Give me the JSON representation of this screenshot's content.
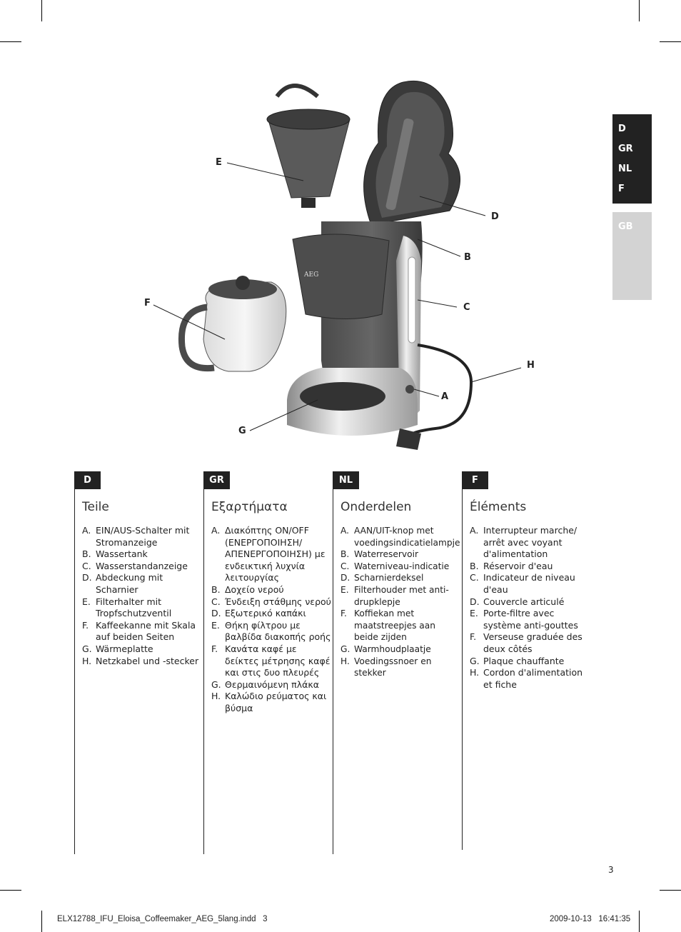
{
  "lang_tabs": [
    "D",
    "GR",
    "NL",
    "F",
    "GB"
  ],
  "callouts": {
    "E": "E",
    "D": "D",
    "B": "B",
    "C": "C",
    "F": "F",
    "H": "H",
    "A": "A",
    "G": "G"
  },
  "brand_logo": "AEG",
  "columns": [
    {
      "code": "D",
      "title": "Teile",
      "items": [
        {
          "letter": "A.",
          "text": "EIN/AUS-Schalter mit Stromanzeige"
        },
        {
          "letter": "B.",
          "text": "Wassertank"
        },
        {
          "letter": "C.",
          "text": "Wasserstandanzeige"
        },
        {
          "letter": "D.",
          "text": "Abdeckung mit Scharnier"
        },
        {
          "letter": "E.",
          "text": "Filterhalter mit Tropfschutzventil"
        },
        {
          "letter": "F.",
          "text": "Kaffeekanne mit Skala auf beiden Seiten"
        },
        {
          "letter": "G.",
          "text": "Wärmeplatte"
        },
        {
          "letter": "H.",
          "text": "Netzkabel und -stecker"
        }
      ]
    },
    {
      "code": "GR",
      "title": "Εξαρτήματα",
      "items": [
        {
          "letter": "A.",
          "text": "Διακόπτης ON/OFF (ΕΝΕΡΓΟΠΟΙΗΣΗ/ ΑΠΕΝΕΡΓΟΠΟΙΗΣΗ) με ενδεικτική λυχνία λειτουργίας"
        },
        {
          "letter": "B.",
          "text": "Δοχείο νερού"
        },
        {
          "letter": "C.",
          "text": "Ένδειξη στάθμης νερού"
        },
        {
          "letter": "D.",
          "text": "Εξωτερικό καπάκι"
        },
        {
          "letter": "E.",
          "text": "Θήκη φίλτρου με βαλβίδα διακοπής ροής"
        },
        {
          "letter": "F.",
          "text": "Κανάτα καφέ με δείκτες μέτρησης καφέ και στις δυο πλευρές"
        },
        {
          "letter": "G.",
          "text": "Θερμαινόμενη πλάκα"
        },
        {
          "letter": "H.",
          "text": "Καλώδιο ρεύματος και βύσμα"
        }
      ]
    },
    {
      "code": "NL",
      "title": "Onderdelen",
      "items": [
        {
          "letter": "A.",
          "text": "AAN/UIT-knop met voedingsindicatielampje"
        },
        {
          "letter": "B.",
          "text": "Waterreservoir"
        },
        {
          "letter": "C.",
          "text": "Waterniveau-indicatie"
        },
        {
          "letter": "D.",
          "text": "Scharnierdeksel"
        },
        {
          "letter": "E.",
          "text": "Filterhouder met anti-drupklepje"
        },
        {
          "letter": "F.",
          "text": "Koffiekan met maatstreepjes aan beide zijden"
        },
        {
          "letter": "G.",
          "text": "Warmhoudplaatje"
        },
        {
          "letter": "H.",
          "text": "Voedingssnoer en stekker"
        }
      ]
    },
    {
      "code": "F",
      "title": "Éléments",
      "items": [
        {
          "letter": "A.",
          "text": "Interrupteur marche/ arrêt avec voyant d'alimentation"
        },
        {
          "letter": "B.",
          "text": "Réservoir d'eau"
        },
        {
          "letter": "C.",
          "text": "Indicateur de niveau d'eau"
        },
        {
          "letter": "D.",
          "text": "Couvercle articulé"
        },
        {
          "letter": "E.",
          "text": "Porte-filtre avec système anti-gouttes"
        },
        {
          "letter": "F.",
          "text": "Verseuse graduée des deux côtés"
        },
        {
          "letter": "G.",
          "text": "Plaque chauffante"
        },
        {
          "letter": "H.",
          "text": "Cordon d'alimentation et fiche"
        }
      ]
    }
  ],
  "page_number": "3",
  "footer": {
    "file": "ELX12788_IFU_Eloisa_Coffeemaker_AEG_5lang.indd   3",
    "timestamp": "2009-10-13   16:41:35"
  }
}
